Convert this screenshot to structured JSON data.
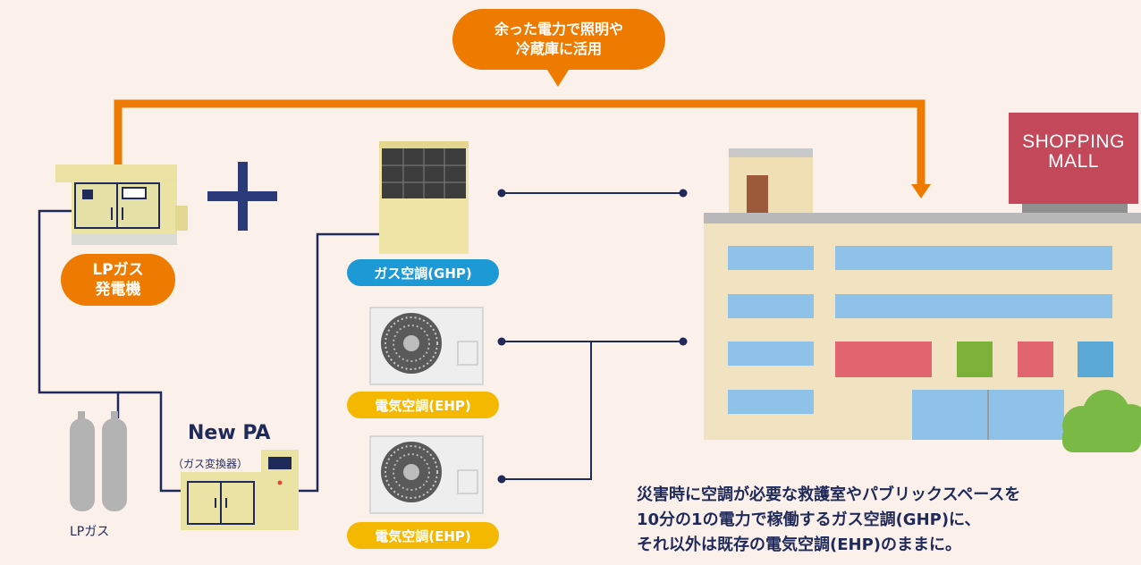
{
  "bubble": {
    "line1": "余った電力で照明や",
    "line2": "冷蔵庫に活用"
  },
  "generator": {
    "label_line1": "LPガス",
    "label_line2": "発電機"
  },
  "cylinders": {
    "label": "LPガス"
  },
  "converter": {
    "title": "New PA",
    "subtitle": "（ガス変換器）"
  },
  "units": {
    "ghp_label": "ガス空調(GHP)",
    "ehp1_label": "電気空調(EHP)",
    "ehp2_label": "電気空調(EHP)"
  },
  "mall": {
    "sign_line1": "SHOPPING",
    "sign_line2": "MALL"
  },
  "caption": {
    "line1": "災害時に空調が必要な救護室やパブリックスペースを",
    "line2": "10分の1の電力で稼働するガス空調(GHP)に、",
    "line3": "それ以外は既存の電気空調(EHP)のままに。"
  },
  "colors": {
    "background": "#fcf0ea",
    "orange": "#ee7a00",
    "navy": "#1f2a5a",
    "blue_pill": "#1d9ad6",
    "yellow_pill": "#f5b800",
    "building": "#f1e2c2",
    "sign": "#c2485a",
    "green": "#7bb947"
  }
}
